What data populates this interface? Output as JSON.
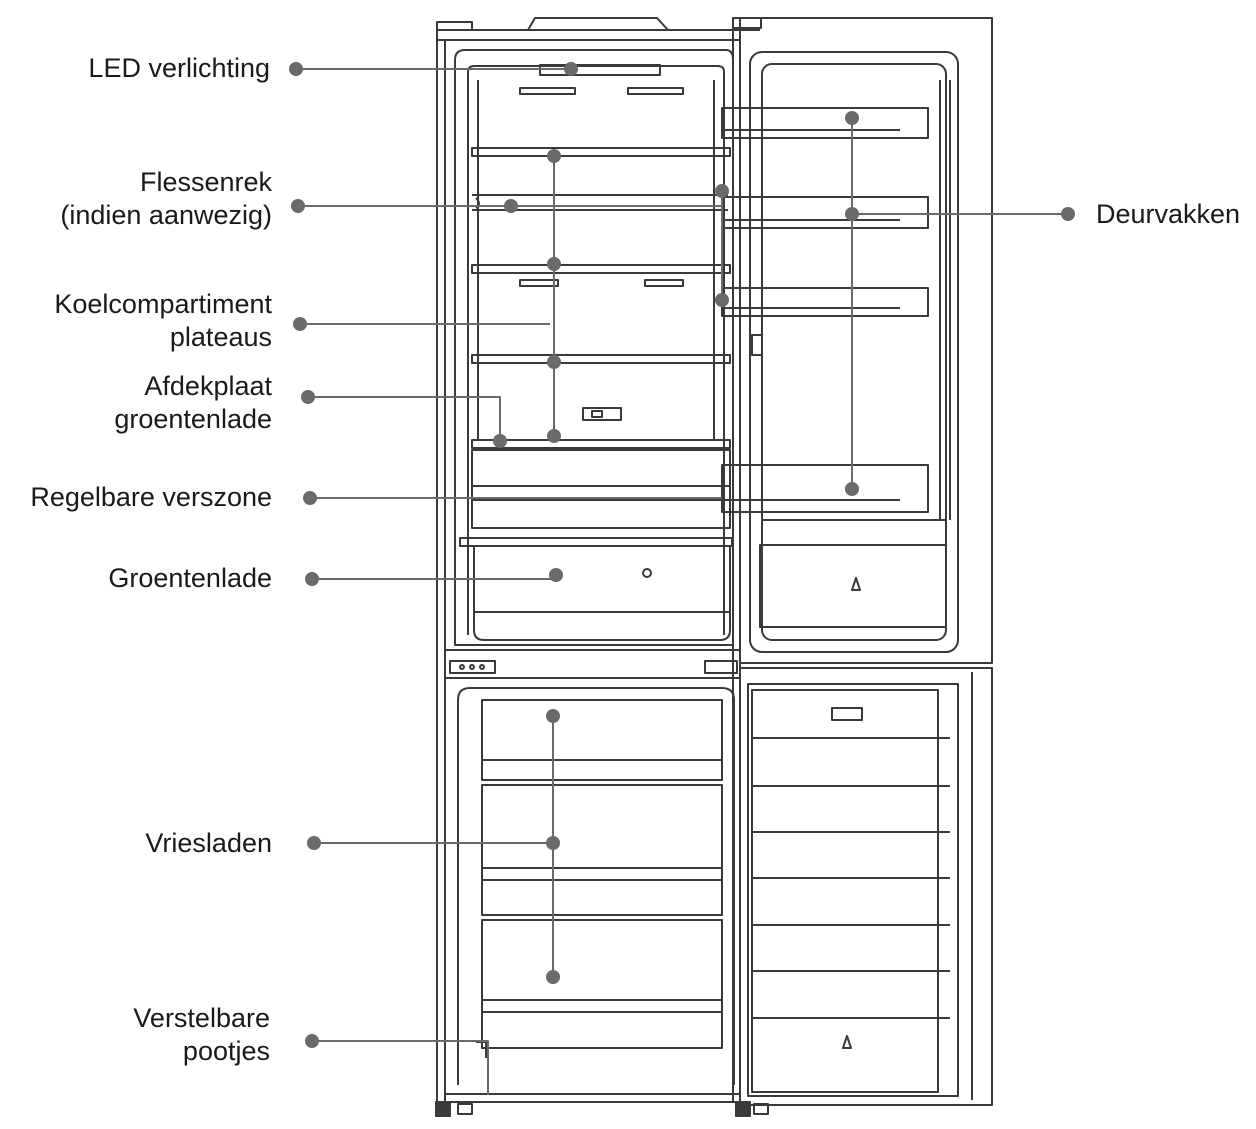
{
  "colors": {
    "line": "#3a3a3a",
    "leader": "#6a6a6a",
    "dot": "#6a6a6a",
    "text": "#1a1a1a",
    "background": "#ffffff"
  },
  "labels": {
    "led": {
      "line1": "LED verlichting"
    },
    "bottle_rack": {
      "line1": "Flessenrek",
      "line2": "(indien aanwezig)"
    },
    "shelves": {
      "line1": "Koelcompartiment",
      "line2": "plateaus"
    },
    "crisper_cover": {
      "line1": "Afdekplaat",
      "line2": "groentenlade"
    },
    "fresh_zone": {
      "line1": "Regelbare verszone"
    },
    "crisper": {
      "line1": "Groentenlade"
    },
    "door_bins": {
      "line1": "Deurvakken"
    },
    "freezer_drawers": {
      "line1": "Vriesladen"
    },
    "feet": {
      "line1": "Verstelbare",
      "line2": "pootjes"
    }
  }
}
